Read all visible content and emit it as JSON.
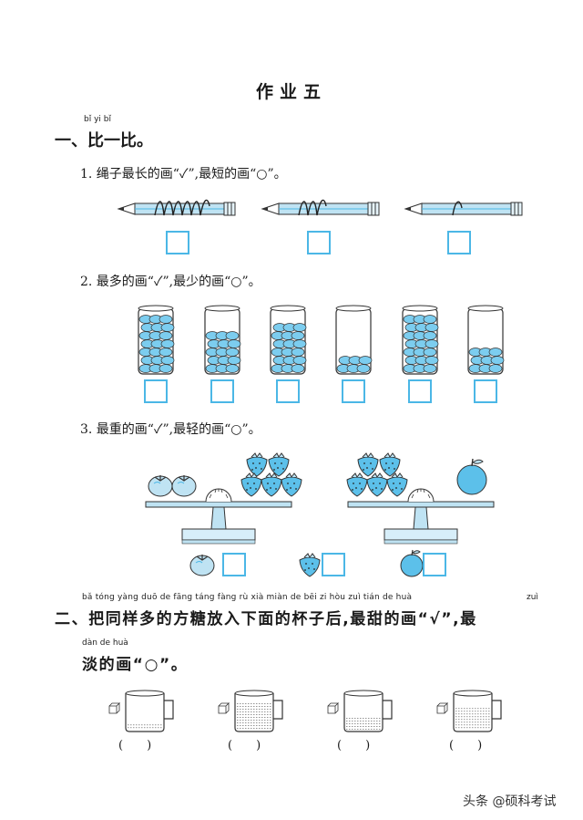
{
  "title": "作业五",
  "section1": {
    "pinyin": "bǐ   yi   bǐ",
    "heading": "一、比一比。"
  },
  "q1": {
    "text": "1. 绳子最长的画“✓”,最短的画“○”。",
    "items": [
      "pencil-rope-long",
      "pencil-rope-medium",
      "pencil-rope-short"
    ]
  },
  "q2": {
    "text": "2. 最多的画“✓”,最少的画“○”。",
    "jar_fill_levels": [
      0.82,
      0.58,
      0.78,
      0.25,
      0.85,
      0.35
    ]
  },
  "q3": {
    "text": "3. 最重的画“✓”,最轻的画“○”。",
    "options": [
      "tomato-icon",
      "strawberry-icon",
      "apple-icon"
    ]
  },
  "section2": {
    "pinyin_line1": "bǎ tóng yàng duō de fāng táng fàng rù xià miàn de bēi zi hòu  zuì tián de huà",
    "pinyin_zui": "zuì",
    "heading_line1": "二、把同样多的方糖放入下面的杯子后,最甜的画“√”,最",
    "pinyin_line2": "dàn de huà",
    "heading_line2": "淡的画“○”。",
    "cup_water_levels": [
      0.2,
      0.85,
      0.4,
      0.7
    ],
    "paren": "(　　)"
  },
  "watermark": "头条 @硕科考试",
  "colors": {
    "accent": "#4bb7e6",
    "light": "#bfe3f3"
  }
}
